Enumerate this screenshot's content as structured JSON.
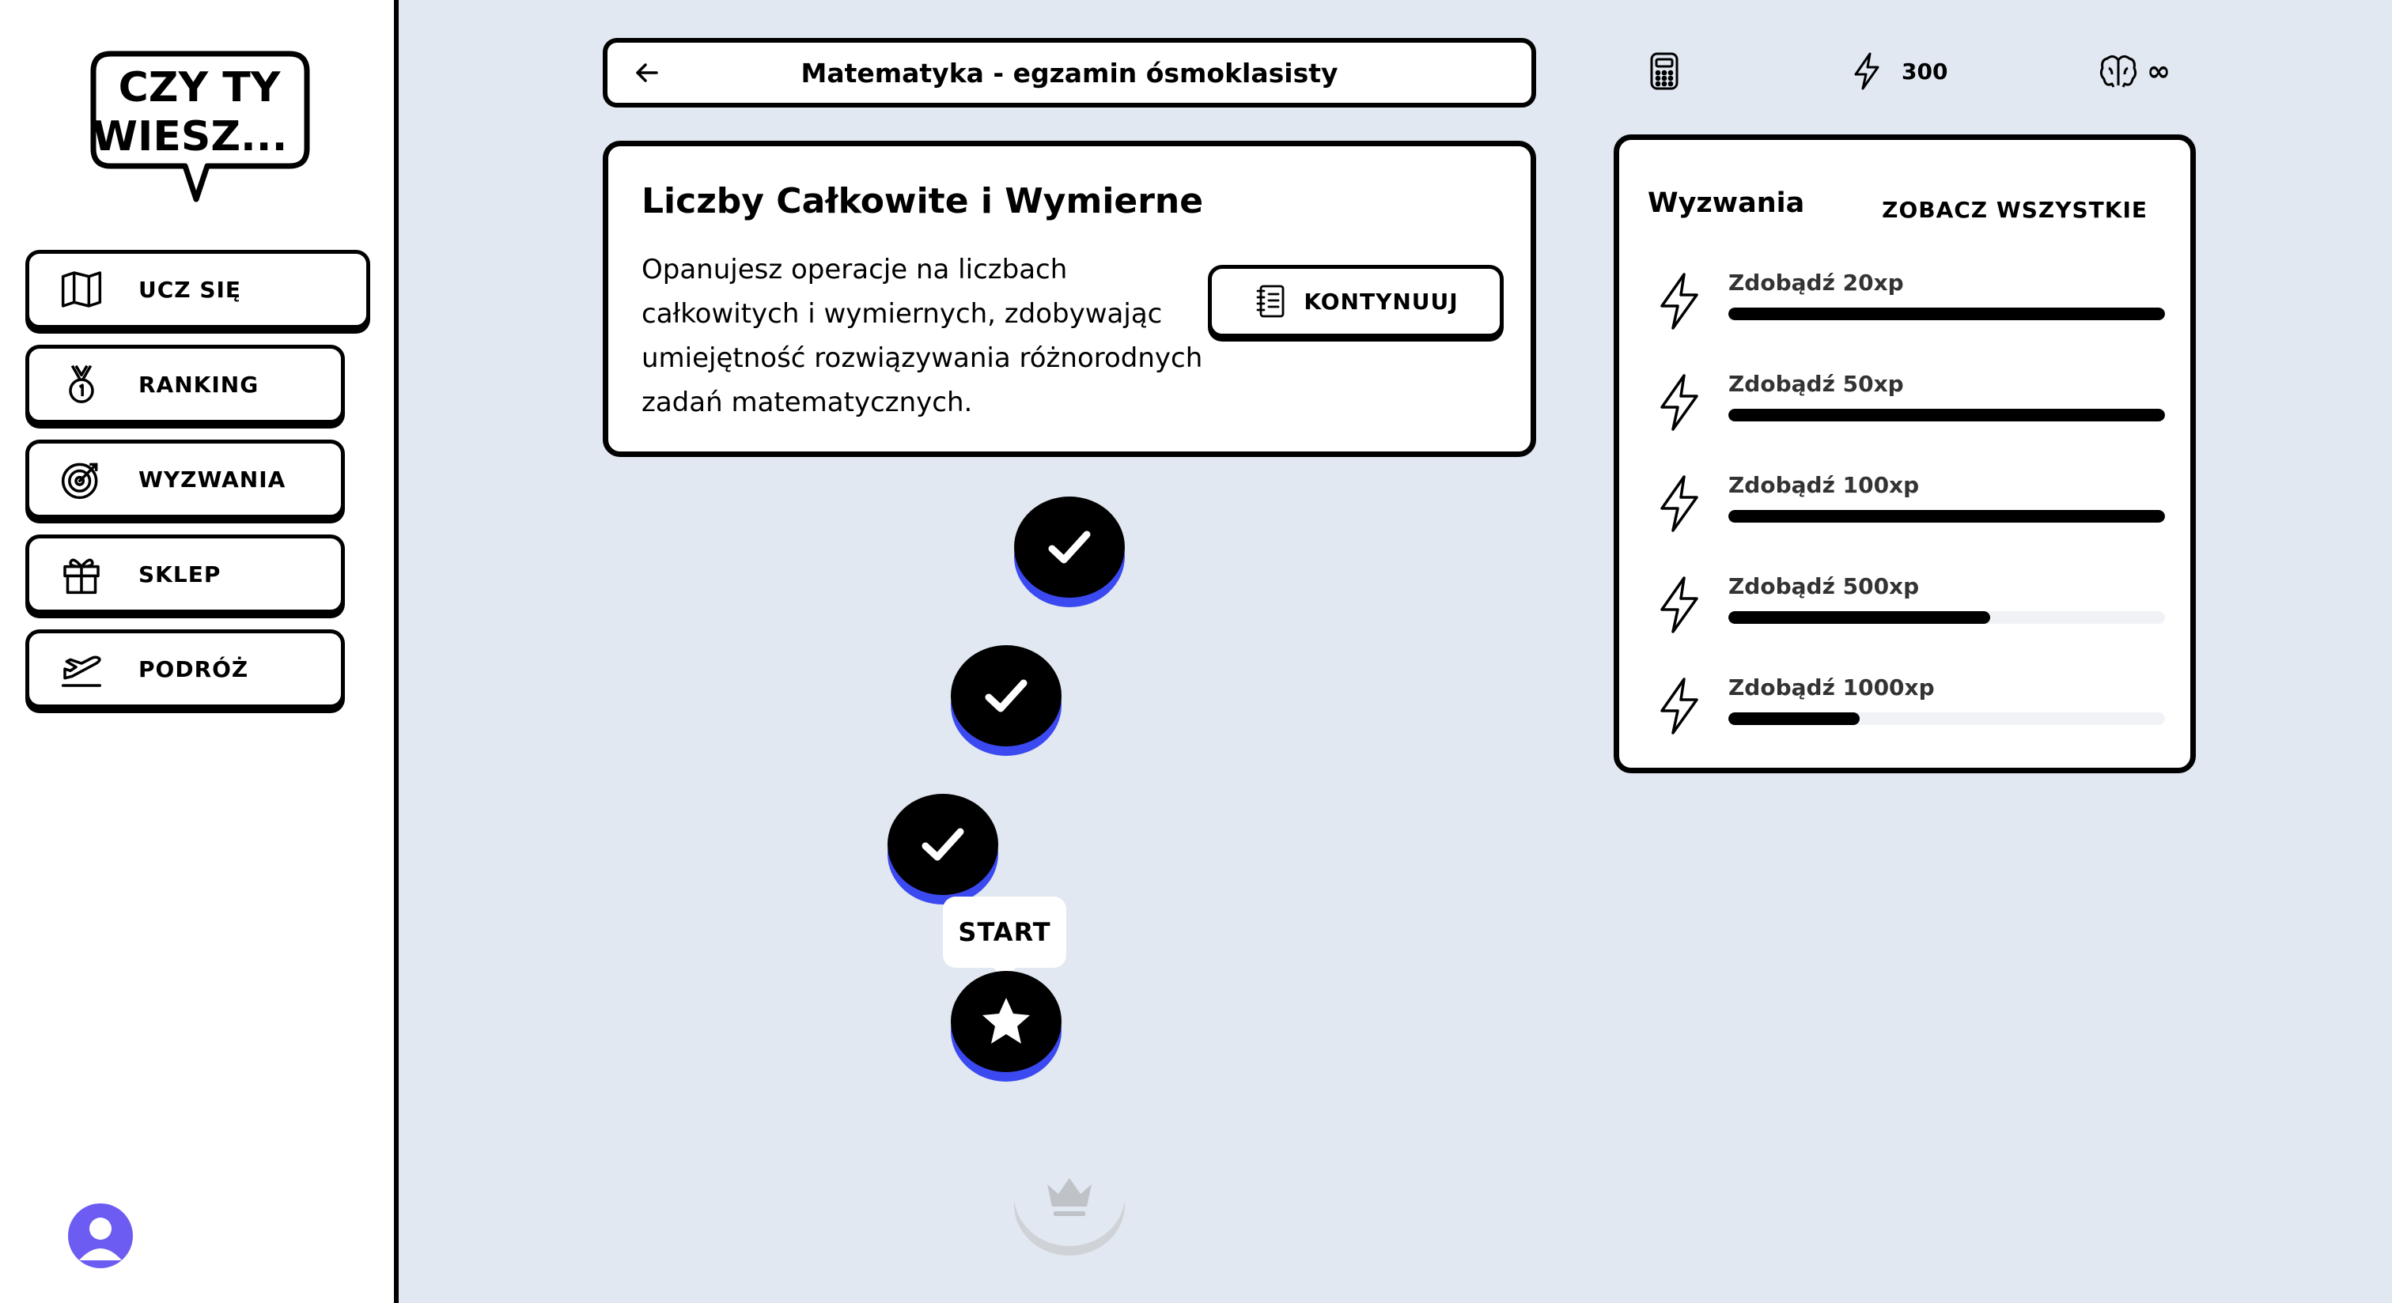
{
  "logo": {
    "line1": "CZY TY",
    "line2": "WIESZ..."
  },
  "sidebar": {
    "items": [
      {
        "label": "UCZ SIĘ",
        "icon": "map-icon"
      },
      {
        "label": "RANKING",
        "icon": "medal-icon"
      },
      {
        "label": "WYZWANIA",
        "icon": "target-icon"
      },
      {
        "label": "SKLEP",
        "icon": "gift-icon"
      },
      {
        "label": "PODRÓŻ",
        "icon": "plane-icon"
      }
    ]
  },
  "header": {
    "course_title": "Matematyka - egzamin ósmoklasisty",
    "xp": "300",
    "lives": "∞"
  },
  "lesson": {
    "title": "Liczby Całkowite i Wymierne",
    "description": "Opanujesz operacje na liczbach całkowitych i wymiernych, zdobywając umiejętność rozwiązywania różnorodnych zadań matematycznych.",
    "continue_label": "KONTYNUUJ"
  },
  "path": {
    "start_label": "START",
    "nodes": [
      "completed",
      "completed",
      "completed",
      "current",
      "locked-crown"
    ]
  },
  "challenges": {
    "title": "Wyzwania",
    "see_all": "ZOBACZ WSZYSTKIE",
    "items": [
      {
        "label": "Zdobądź 20xp",
        "progress": 1.0
      },
      {
        "label": "Zdobądź 50xp",
        "progress": 1.0
      },
      {
        "label": "Zdobądź 100xp",
        "progress": 1.0
      },
      {
        "label": "Zdobądź 500xp",
        "progress": 0.6
      },
      {
        "label": "Zdobądź 1000xp",
        "progress": 0.3
      }
    ]
  },
  "colors": {
    "background": "#e1e8f1",
    "accent_blue": "#3b49f0",
    "avatar": "#6c5cf2"
  }
}
